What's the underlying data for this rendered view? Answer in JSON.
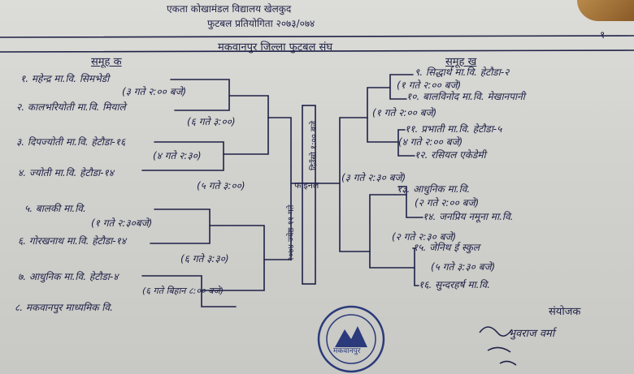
{
  "header": {
    "line1": "एकता कोखामंडल विद्यालय खेलकुद",
    "line2": "फुटबल प्रतियोगिता २०७३/०७४",
    "page_mark": "१",
    "title": "मकवानपुर जिल्ला फुटबल संघ"
  },
  "groups": {
    "left": "समूह क",
    "right": "समूह ख"
  },
  "left_teams": [
    "१. महेन्द्र मा.वि. सिमभेडी",
    "२. कालभरियोती मा.वि. मियाले",
    "३. दिपज्योती मा.वि. हेटौडा-१६",
    "४. ज्योती मा.वि. हेटौडा-१४",
    "५. बालकी मा.वि.",
    "६. गोरखनाथ मा.वि. हेटौडा-१४",
    "७. आधुनिक मा.वि. हेटौडा-४",
    "८. मकवानपुर माध्यमिक वि."
  ],
  "right_teams": [
    "९. सिद्धार्थ मा.वि. हेटौडा-२",
    "१०. बालविनोद मा.वि. मेखानपानी",
    "११. प्रभाती मा.वि. हेटौडा-५",
    "१२. रसियल एकेडेमी",
    "१३. आधुनिक मा.वि.",
    "१४. जनप्रिय नमूना मा.वि.",
    "१५. जेनिथ ई स्कुल",
    "१६. सुन्दरहर्ष मा.वि."
  ],
  "left_times": [
    "(३ गते २:०० बजे)",
    "(६ गते ३:००)",
    "(४ गते २:३०)",
    "(५ गते ३:००)",
    "(१ गते २:३०बजे)",
    "(६ गते ३:३०)",
    "(६ गते बिहान ८:०० बजे)"
  ],
  "right_times": [
    "(१ गते २:०० बजे)",
    "(१ गते २:०० बजे)",
    "(४ गते २:०० बजे)",
    "(३ गते २:३० बजे)",
    "(२ गते २:०० बजे)",
    "(२ गते २:३० बजे)",
    "(५ गते ३:३० बजे)"
  ],
  "center": {
    "final_label": "फाइनल",
    "final_date": "२०७४ ज्येष्ठ ११ गते",
    "final_time": "दिउँसो १:०० बजे"
  },
  "footer": {
    "coordinator_label": "संयोजक",
    "coordinator_name": "भुवराज वर्मा",
    "seal_label": "मकवानपुर"
  },
  "colors": {
    "ink": "#1e2147",
    "paper": "#d4d4d0",
    "seal": "#2a3a7a"
  }
}
